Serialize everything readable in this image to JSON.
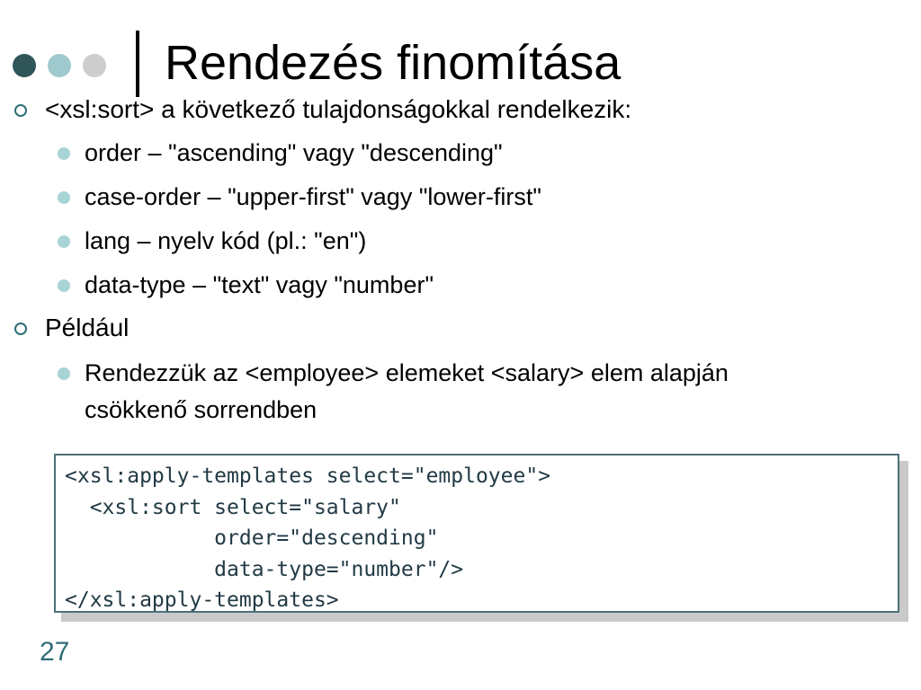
{
  "slide": {
    "title": "Rendezés finomítása",
    "page_number": "27"
  },
  "content": {
    "intro": "<xsl:sort> a következő tulajdonságokkal rendelkezik:",
    "attributes": [
      "order – \"ascending\" vagy \"descending\"",
      "case-order – \"upper-first\" vagy \"lower-first\"",
      "lang – nyelv kód (pl.: \"en\")",
      "data-type – \"text\" vagy \"number\""
    ],
    "example_heading": "Például",
    "example_desc_line1": "Rendezzük az <employee> elemeket  <salary> elem alapján",
    "example_desc_line2": "csökkenő sorrendben"
  },
  "code": {
    "lines": [
      "<xsl:apply-templates select=\"employee\">",
      "  <xsl:sort select=\"salary\"",
      "            order=\"descending\"",
      "            data-type=\"number\"/>",
      "</xsl:apply-templates>"
    ]
  },
  "colors": {
    "dark_teal": "#2f5559",
    "light_teal": "#9fc9cd",
    "gray": "#cdcdcd",
    "code_text": "#223a45",
    "page_number": "#2f6d78"
  }
}
